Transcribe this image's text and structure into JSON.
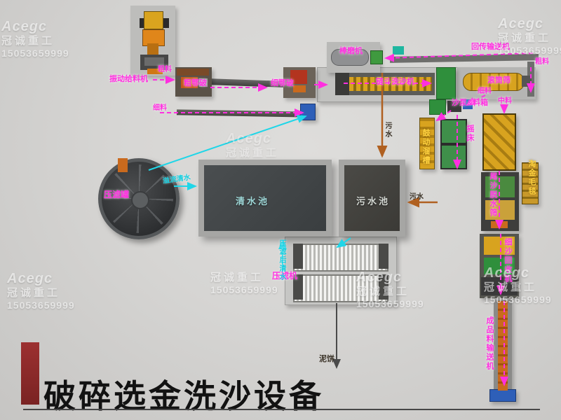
{
  "colors": {
    "accent_magenta": "#ff2fe0",
    "accent_cyan": "#1fd6e8",
    "accent_orange": "#b06020",
    "label_yellow": "#ffd23f",
    "title_bar_red": "#8b2727"
  },
  "watermark": {
    "brand": "Acegc",
    "company": "冠诚重工",
    "phone": "15053659999"
  },
  "title": {
    "text": "破碎选金洗沙设备"
  },
  "labels": {
    "vibrating_feeder": "振动给料机",
    "coarse_material_top": "粗料",
    "coarse_jaw_crusher": "粗鄂破",
    "fine_jaw_crusher": "细鄂破",
    "rod_mill": "棒磨机",
    "return_conveyor": "回传输送机",
    "coarse_material_right": "粗料",
    "chain_bucket_sand_washer": "链斗洗沙机",
    "drum_screen": "滚筒筛",
    "fine_material_right": "细料",
    "medium_material": "中料",
    "sand_pump_hopper": "沙泵&料箱",
    "fine_material_left": "细料",
    "sewage_down": "污水",
    "sewage_side": "污水",
    "overflow_clear_water": "溢流清水",
    "pressure_filter_tank": "压滤罐",
    "clear_water_pool": "清水池",
    "sewage_pool": "污水池",
    "filter_press": "压滤机",
    "filtered_clear_water": "压滤后清水",
    "mud_cake": "泥饼",
    "gold_sluice": "鼓动溜槽",
    "shaking_table": "摇床",
    "gold_blanket": "淘金毛毯",
    "tailing_dewatering_screen": "尾沙脱水筛",
    "fine_sand_recycler": "细沙回收机",
    "product_conveyor": "成品料输送机"
  }
}
